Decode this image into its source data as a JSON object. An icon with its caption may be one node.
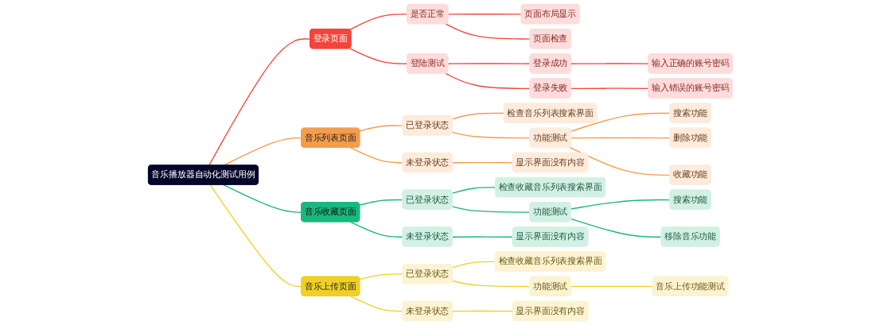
{
  "diagram": {
    "nodes": [
      {
        "text": [
          "音乐播放器自动化测试用例"
        ]
      },
      {
        "text": [
          "登录页面"
        ]
      },
      {
        "text": [
          "是否正常"
        ]
      },
      {
        "text": [
          "页面布局显示"
        ]
      },
      {
        "text": [
          "页面检查"
        ]
      },
      {
        "text": [
          "登陆测试"
        ]
      },
      {
        "text": [
          "登录成功"
        ]
      },
      {
        "text": [
          "输入正确的账号密码"
        ]
      },
      {
        "text": [
          "登录失败"
        ]
      },
      {
        "text": [
          "输入错误的账号密码"
        ]
      },
      {
        "text": [
          "音乐列表页面"
        ]
      },
      {
        "text": [
          "已登录状态"
        ]
      },
      {
        "text": [
          "检查音乐列表搜索界面"
        ]
      },
      {
        "text": [
          "功能测试"
        ]
      },
      {
        "text": [
          "搜索功能"
        ]
      },
      {
        "text": [
          "删除功能"
        ]
      },
      {
        "text": [
          "收藏功能"
        ]
      },
      {
        "text": [
          "未登录状态"
        ]
      },
      {
        "text": [
          "显示界面没有内容"
        ]
      },
      {
        "text": [
          "音乐收藏页面"
        ]
      },
      {
        "text": [
          "已登录状态"
        ]
      },
      {
        "text": [
          "检查收藏音乐列表搜索界面"
        ]
      },
      {
        "text": [
          "功能测试"
        ]
      },
      {
        "text": [
          "搜索功能"
        ]
      },
      {
        "text": [
          "移除音乐功能"
        ]
      },
      {
        "text": [
          "未登录状态"
        ]
      },
      {
        "text": [
          "显示界面没有内容"
        ]
      },
      {
        "text": [
          "音乐上传页面"
        ]
      },
      {
        "text": [
          "已登录状态"
        ]
      },
      {
        "text": [
          "检查收藏音乐列表搜索界面"
        ]
      },
      {
        "text": [
          "功能测试"
        ]
      },
      {
        "text": [
          "音乐上传功能测试"
        ]
      },
      {
        "text": [
          "未登录状态"
        ]
      },
      {
        "text": [
          "显示界面没有内容"
        ]
      }
    ],
    "edges": [
      {
        "from": 0,
        "to": 1,
        "arrow": "none",
        "color": "#f5443b"
      },
      {
        "from": 1,
        "to": 2,
        "arrow": "none",
        "color": "#f5443b"
      },
      {
        "from": 2,
        "to": 3,
        "arrow": "none",
        "color": "#f5443b"
      },
      {
        "from": 2,
        "to": 4,
        "arrow": "none",
        "color": "#f5443b"
      },
      {
        "from": 1,
        "to": 5,
        "arrow": "none",
        "color": "#f5443b"
      },
      {
        "from": 5,
        "to": 6,
        "arrow": "none",
        "color": "#f5443b"
      },
      {
        "from": 6,
        "to": 7,
        "arrow": "none",
        "color": "#f5443b"
      },
      {
        "from": 5,
        "to": 8,
        "arrow": "none",
        "color": "#f5443b"
      },
      {
        "from": 8,
        "to": 9,
        "arrow": "none",
        "color": "#f5443b"
      },
      {
        "from": 0,
        "to": 10,
        "arrow": "none",
        "color": "#f39c4a"
      },
      {
        "from": 10,
        "to": 11,
        "arrow": "none",
        "color": "#f39c4a"
      },
      {
        "from": 11,
        "to": 12,
        "arrow": "none",
        "color": "#f39c4a"
      },
      {
        "from": 11,
        "to": 13,
        "arrow": "none",
        "color": "#f39c4a"
      },
      {
        "from": 13,
        "to": 14,
        "arrow": "none",
        "color": "#f39c4a"
      },
      {
        "from": 13,
        "to": 15,
        "arrow": "none",
        "color": "#f39c4a"
      },
      {
        "from": 13,
        "to": 16,
        "arrow": "none",
        "color": "#f39c4a"
      },
      {
        "from": 10,
        "to": 17,
        "arrow": "none",
        "color": "#f39c4a"
      },
      {
        "from": 17,
        "to": 18,
        "arrow": "none",
        "color": "#f39c4a"
      },
      {
        "from": 0,
        "to": 19,
        "arrow": "none",
        "color": "#19b87c"
      },
      {
        "from": 19,
        "to": 20,
        "arrow": "none",
        "color": "#19b87c"
      },
      {
        "from": 20,
        "to": 21,
        "arrow": "none",
        "color": "#19b87c"
      },
      {
        "from": 20,
        "to": 22,
        "arrow": "none",
        "color": "#19b87c"
      },
      {
        "from": 22,
        "to": 23,
        "arrow": "none",
        "color": "#19b87c"
      },
      {
        "from": 22,
        "to": 24,
        "arrow": "none",
        "color": "#19b87c"
      },
      {
        "from": 19,
        "to": 25,
        "arrow": "none",
        "color": "#19b87c"
      },
      {
        "from": 25,
        "to": 26,
        "arrow": "none",
        "color": "#19b87c"
      },
      {
        "from": 0,
        "to": 27,
        "arrow": "none",
        "color": "#f0d024"
      },
      {
        "from": 27,
        "to": 28,
        "arrow": "none",
        "color": "#f0d024"
      },
      {
        "from": 28,
        "to": 29,
        "arrow": "none",
        "color": "#f0d024"
      },
      {
        "from": 28,
        "to": 30,
        "arrow": "none",
        "color": "#f0d024"
      },
      {
        "from": 30,
        "to": 31,
        "arrow": "none",
        "color": "#f0d024"
      },
      {
        "from": 27,
        "to": 32,
        "arrow": "none",
        "color": "#f0d024"
      },
      {
        "from": 32,
        "to": 33,
        "arrow": "none",
        "color": "#f0d024"
      }
    ]
  }
}
